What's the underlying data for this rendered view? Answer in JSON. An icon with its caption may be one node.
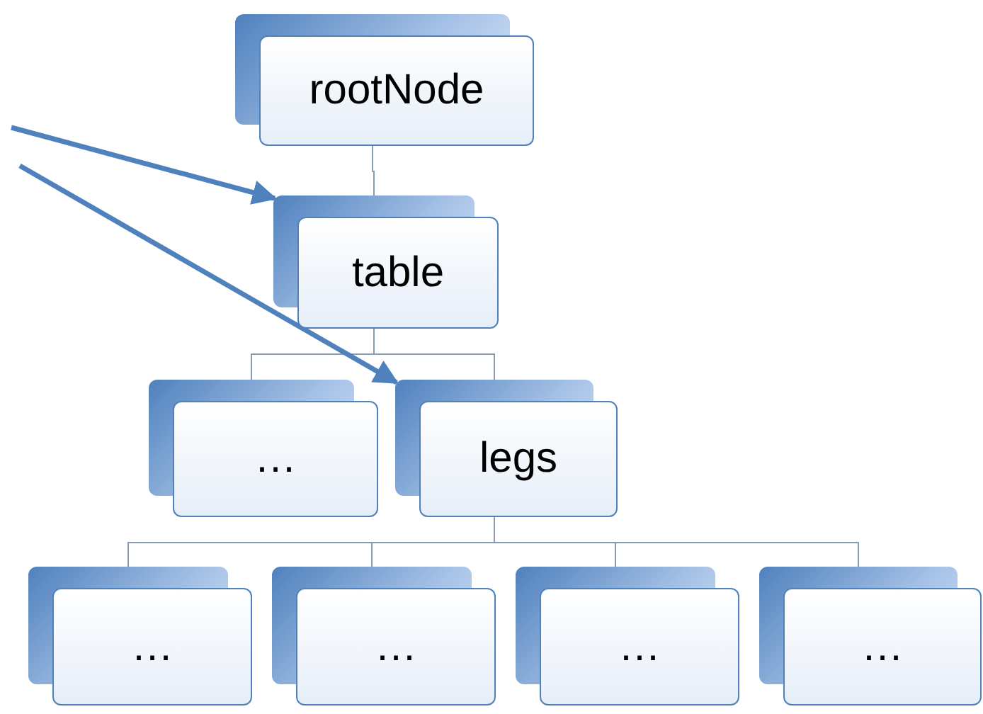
{
  "diagram": {
    "nodes": [
      {
        "text": [
          "rootNode"
        ]
      },
      {
        "text": [
          "table"
        ]
      },
      {
        "text": [
          "…"
        ]
      },
      {
        "text": [
          "legs"
        ]
      },
      {
        "text": [
          "…"
        ]
      },
      {
        "text": [
          "…"
        ]
      },
      {
        "text": [
          "…"
        ]
      },
      {
        "text": [
          "…"
        ]
      }
    ],
    "edges": [
      {
        "from": 0,
        "to": 1,
        "arrow": "none"
      },
      {
        "from": 1,
        "to": 2,
        "arrow": "none"
      },
      {
        "from": 1,
        "to": 3,
        "arrow": "none"
      },
      {
        "from": 3,
        "to": 4,
        "arrow": "none"
      },
      {
        "from": 3,
        "to": 5,
        "arrow": "none"
      },
      {
        "from": 3,
        "to": 6,
        "arrow": "none"
      },
      {
        "from": 3,
        "to": 7,
        "arrow": "none"
      },
      {
        "from": null,
        "to": 1,
        "arrow": "to",
        "style": "thick",
        "color": "#4f81bd"
      },
      {
        "from": null,
        "to": 3,
        "arrow": "to",
        "style": "thick",
        "color": "#4f81bd"
      }
    ]
  }
}
